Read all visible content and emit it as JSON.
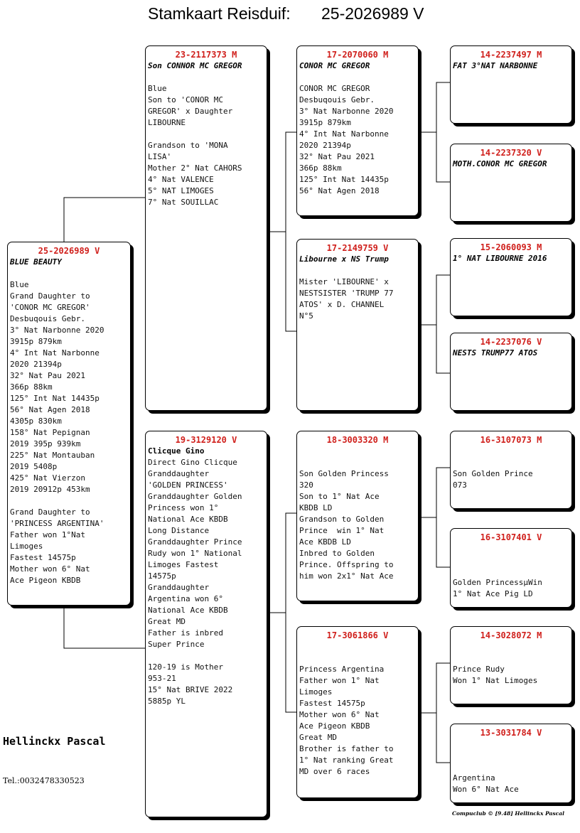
{
  "header": {
    "title": "Stamkaart Reisduif:",
    "ring": "25-2026989 V"
  },
  "subject": {
    "ring": "25-2026989 V",
    "name": "BLUE BEAUTY",
    "info": "\nBlue\nGrand Daughter to\n'CONOR MC GREGOR'\nDesbuqouis Gebr.\n3° Nat Narbonne 2020\n3915p 879km\n4° Int Nat Narbonne\n2020 21394p\n32° Nat Pau 2021\n366p 88km\n125° Int Nat 14435p\n56° Nat Agen 2018\n4305p 830km\n158° Nat Pepignan\n2019 395p 939km\n225° Nat Montauban\n2019 5408p\n425° Nat Vierzon\n2019 20912p 453km\n\nGrand Daughter to\n'PRINCESS ARGENTINA'\nFather won 1°Nat\nLimoges\nFastest 14575p\nMother won 6° Nat\nAce Pigeon KBDB"
  },
  "sire": {
    "ring": "23-2117373 M",
    "name": "Son CONNOR MC GREGOR",
    "info": "\nBlue\nSon to 'CONOR MC\nGREGOR' x Daughter\nLIBOURNE\n\nGrandson to 'MONA\nLISA'\nMother 2° Nat CAHORS\n4° Nat VALENCE\n5° NAT LIMOGES\n7° Nat SOUILLAC"
  },
  "dam": {
    "ring": "19-3129120 V",
    "name": "Clicque Gino",
    "info": "Direct Gino Clicque\nGranddaughter\n'GOLDEN PRINCESS'\nGranddaughter Golden\nPrincess won 1°\nNational Ace KBDB\nLong Distance\nGranddaughter Prince\nRudy won 1° National\nLimoges Fastest\n14575p\nGranddaughter\nArgentina won 6°\nNational Ace KBDB\nGreat MD\nFather is inbred\nSuper Prince\n\n120-19 is Mother\n953-21\n15° Nat BRIVE 2022\n5885p YL"
  },
  "ss": {
    "ring": "17-2070060 M",
    "name": "CONOR MC GREGOR",
    "info": "\nCONOR MC GREGOR\nDesbuqouis Gebr.\n3° Nat Narbonne 2020\n3915p 879km\n4° Int Nat Narbonne\n2020 21394p\n32° Nat Pau 2021\n366p 88km\n125° Int Nat 14435p\n56° Nat Agen 2018"
  },
  "sd": {
    "ring": "17-2149759 V",
    "name": "Libourne x NS Trump",
    "info": "\nMister 'LIBOURNE' x\nNESTSISTER 'TRUMP 77\nATOS' x D. CHANNEL\nN°5"
  },
  "ds": {
    "ring": "18-3003320 M",
    "name": "",
    "info": "\nSon Golden Princess\n320\nSon to 1° Nat Ace\nKBDB LD\nGrandson to Golden\nPrince  win 1° Nat\nAce KBDB LD\nInbred to Golden\nPrince. Offspring to\nhim won 2x1° Nat Ace"
  },
  "dd": {
    "ring": "17-3061866 V",
    "name": "",
    "info": "\nPrincess Argentina\nFather won 1° Nat\nLimoges\nFastest 14575p\nMother won 6° Nat\nAce Pigeon KBDB\nGreat MD\nBrother is father to\n1° Nat ranking Great\nMD over 6 races"
  },
  "sss": {
    "ring": "14-2237497 M",
    "name": "FAT 3°NAT NARBONNE",
    "info": ""
  },
  "ssd": {
    "ring": "14-2237320 V",
    "name": "MOTH.CONOR MC GREGOR",
    "info": ""
  },
  "sds": {
    "ring": "15-2060093 M",
    "name": "1° NAT LIBOURNE 2016",
    "info": ""
  },
  "sdd": {
    "ring": "14-2237076 V",
    "name": "NESTS TRUMP77 ATOS",
    "info": ""
  },
  "dss": {
    "ring": "16-3107073 M",
    "name": "",
    "info": "\n\nSon Golden Prince\n073"
  },
  "dsd": {
    "ring": "16-3107401 V",
    "name": "",
    "info": "\n\n\nGolden PrincessµWin\n1° Nat Ace Pig LD"
  },
  "dds": {
    "ring": "14-3028072 M",
    "name": "",
    "info": "\n\nPrince Rudy\nWon 1° Nat Limoges"
  },
  "ddd": {
    "ring": "13-3031784 V",
    "name": "",
    "info": "\n\n\nArgentina\nWon 6° Nat Ace"
  },
  "breeder": {
    "name": "Hellinckx Pascal",
    "phone": "Tel.:0032478330523"
  },
  "footer": "Compuclub © [9.48]  Hellinckx Pascal",
  "colors": {
    "ring": "#d0201c",
    "text": "#111111",
    "border": "#000000"
  }
}
